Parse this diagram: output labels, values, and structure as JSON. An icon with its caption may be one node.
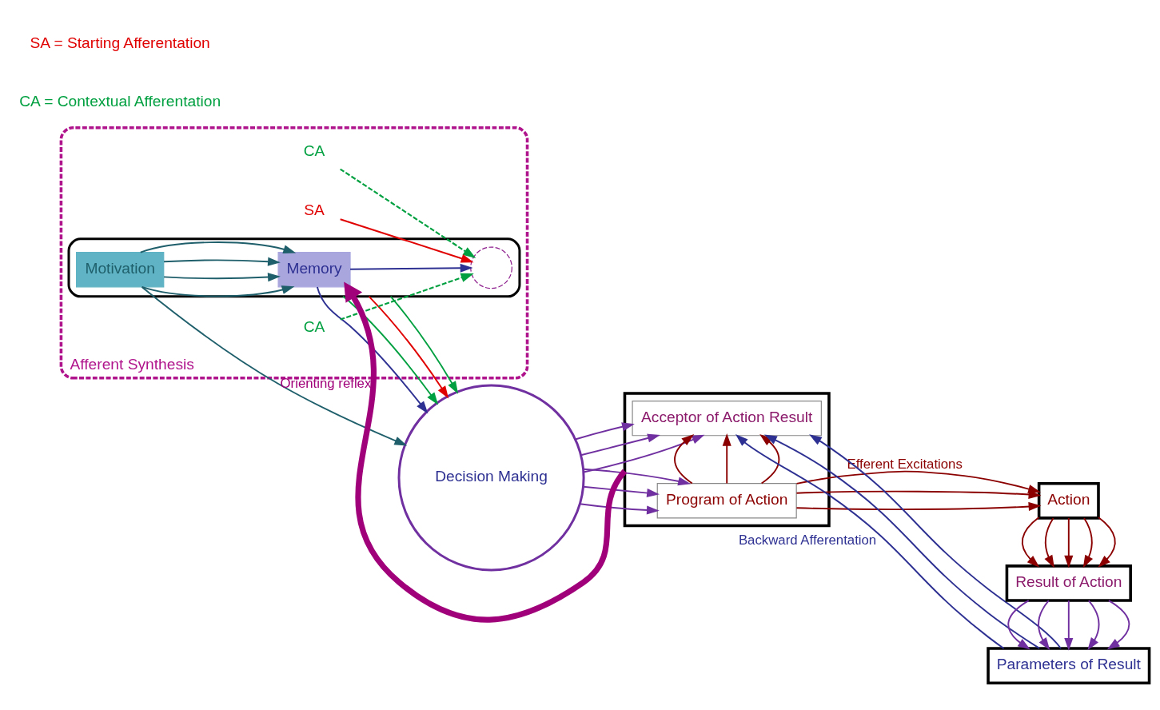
{
  "diagram": {
    "nodes": [
      {
        "text": [
          "Afferent Synthesis"
        ]
      },
      {
        "text": [],
        "shape": "box",
        "in": 0
      },
      {
        "text": [
          "Memory"
        ],
        "in": 1
      },
      {
        "text": [
          "Motivation"
        ],
        "in": 1
      },
      {
        "text": [],
        "shape": "circle",
        "in": 1
      },
      {
        "text": [
          "CA"
        ],
        "in": 0
      },
      {
        "text": [
          "SA"
        ],
        "in": 0
      },
      {
        "text": [
          "CA"
        ],
        "in": 0
      },
      {
        "text": [
          "Decision Making"
        ]
      },
      {
        "text": [],
        "shape": "box"
      },
      {
        "text": [
          "Acceptor of Action Result"
        ],
        "in": 9
      },
      {
        "text": [
          "Program of Action"
        ],
        "in": 9
      },
      {
        "text": [
          "Parameters of Result"
        ]
      },
      {
        "text": [
          "Result of Action"
        ]
      },
      {
        "text": [
          "Action"
        ]
      }
    ],
    "edges": [
      {
        "from": 5,
        "to": 4,
        "arrow": "to",
        "style": "dashed",
        "color": "#00a040"
      },
      {
        "from": 6,
        "to": 4,
        "arrow": "to",
        "color": "#e00000"
      },
      {
        "from": 7,
        "to": 4,
        "arrow": "to",
        "style": "dashed",
        "color": "#00a040"
      },
      {
        "from": 2,
        "to": 4,
        "arrow": "to",
        "color": "#2e3192"
      },
      {
        "from": 3,
        "to": 2,
        "arrow": "to",
        "color": "#1f5f6b"
      },
      {
        "from": 3,
        "to": 2,
        "arrow": "to",
        "color": "#1f5f6b"
      },
      {
        "from": 3,
        "to": 2,
        "arrow": "to",
        "color": "#1f5f6b"
      },
      {
        "from": 3,
        "to": 2,
        "arrow": "to",
        "color": "#1f5f6b"
      },
      {
        "from": 2,
        "to": 8,
        "arrow": "to",
        "color": "#2e3192"
      },
      {
        "from": 1,
        "to": 8,
        "arrow": "to",
        "color": "#00a040"
      },
      {
        "from": 1,
        "to": 8,
        "arrow": "to",
        "color": "#e00000"
      },
      {
        "from": 1,
        "to": 8,
        "arrow": "to",
        "color": "#00a040"
      },
      {
        "from": 3,
        "to": 8,
        "arrow": "to",
        "color": "#1f5f6b"
      },
      {
        "from": 8,
        "to": 10,
        "arrow": "to",
        "color": "#7030a0"
      },
      {
        "from": 8,
        "to": 10,
        "arrow": "to",
        "color": "#7030a0"
      },
      {
        "from": 8,
        "to": 10,
        "arrow": "to",
        "color": "#7030a0"
      },
      {
        "from": 8,
        "to": 11,
        "arrow": "to",
        "color": "#7030a0"
      },
      {
        "from": 8,
        "to": 11,
        "arrow": "to",
        "color": "#7030a0"
      },
      {
        "from": 8,
        "to": 11,
        "arrow": "to",
        "color": "#7030a0"
      },
      {
        "from": 9,
        "to": 2,
        "arrow": "to",
        "label": "Orienting reflex",
        "style": "thick",
        "color": "#a0007a"
      },
      {
        "from": 12,
        "to": 10,
        "arrow": "to",
        "label": "Backward Afferentation",
        "color": "#2e3192"
      },
      {
        "from": 12,
        "to": 10,
        "arrow": "to",
        "color": "#2e3192"
      },
      {
        "from": 12,
        "to": 10,
        "arrow": "to",
        "color": "#2e3192"
      },
      {
        "from": 11,
        "to": 14,
        "arrow": "to",
        "label": "Efferent Excitations",
        "color": "#8b0000"
      },
      {
        "from": 11,
        "to": 14,
        "arrow": "to",
        "color": "#8b0000"
      },
      {
        "from": 11,
        "to": 14,
        "arrow": "to",
        "color": "#8b0000"
      },
      {
        "from": 11,
        "to": 10,
        "arrow": "to",
        "color": "#8b0000"
      },
      {
        "from": 11,
        "to": 10,
        "arrow": "to",
        "color": "#8b0000"
      },
      {
        "from": 11,
        "to": 10,
        "arrow": "to",
        "color": "#8b0000"
      },
      {
        "from": 14,
        "to": 13,
        "arrow": "to",
        "color": "#8b0000"
      },
      {
        "from": 14,
        "to": 13,
        "arrow": "to",
        "color": "#8b0000"
      },
      {
        "from": 14,
        "to": 13,
        "arrow": "to",
        "color": "#8b0000"
      },
      {
        "from": 14,
        "to": 13,
        "arrow": "to",
        "color": "#8b0000"
      },
      {
        "from": 14,
        "to": 13,
        "arrow": "to",
        "color": "#8b0000"
      },
      {
        "from": 13,
        "to": 12,
        "arrow": "to",
        "color": "#7030a0"
      },
      {
        "from": 13,
        "to": 12,
        "arrow": "to",
        "color": "#7030a0"
      },
      {
        "from": 13,
        "to": 12,
        "arrow": "to",
        "color": "#7030a0"
      },
      {
        "from": 13,
        "to": 12,
        "arrow": "to",
        "color": "#7030a0"
      },
      {
        "from": 13,
        "to": 12,
        "arrow": "to",
        "color": "#7030a0"
      }
    ],
    "labels": [
      "CA = Contextual Afferentation",
      "SA = Starting Afferentation"
    ]
  }
}
